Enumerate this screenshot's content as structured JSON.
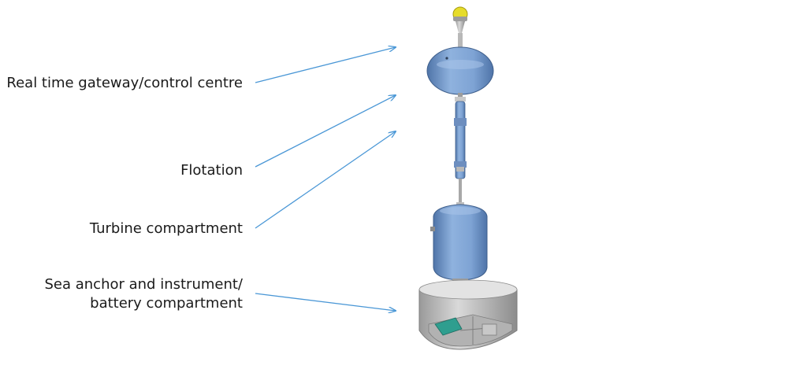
{
  "labels": {
    "gateway": "Real time gateway/control centre",
    "flotation": "Flotation",
    "turbine": "Turbine compartment",
    "anchor_line1": "Sea anchor and instrument/",
    "anchor_line2": "battery compartment"
  },
  "colors": {
    "arrow": "#4a97d6",
    "body_blue": "#7ea3d4",
    "body_blue_dark": "#4f74a8",
    "grey": "#bdbdbd",
    "grey_dark": "#8c8c8c",
    "beacon": "#e6dc2a",
    "panel": "#2f9e8f"
  }
}
